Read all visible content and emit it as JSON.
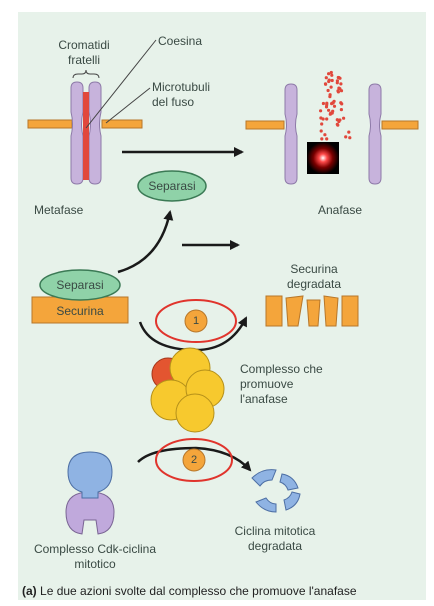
{
  "labels": {
    "sister_chromatids": "Cromatidi fratelli",
    "cohesin": "Coesina",
    "spindle_microtubules": "Microtubuli del fuso",
    "metaphase": "Metafase",
    "anaphase": "Anafase",
    "separase_active": "Separasi",
    "separase_bound": "Separasi",
    "securin": "Securina",
    "degraded_securin": "Securina degradata",
    "apc": "Complesso che promuove l'anafase",
    "cdk_cyclin": "Complesso Cdk-ciclina mitotico",
    "degraded_cyclin": "Ciclina mitotica degradata",
    "step1": "1",
    "step2": "2"
  },
  "caption": {
    "panel_letter": "(a)",
    "text": "Le due azioni svolte dal complesso che promuove l'anafase"
  },
  "colors": {
    "panel_bg": "#e7f2ea",
    "chromosome": "#c7b3dc",
    "cohesin": "#e1483c",
    "microtubule": "#f4a53b",
    "separase": "#8fd2a8",
    "securin": "#f4a53b",
    "apc_yellow": "#f7c92e",
    "apc_red": "#e35530",
    "cdk_blue": "#8fb3e3",
    "cyclin_purple": "#c0a9dc",
    "circle_red": "#e0342c"
  }
}
